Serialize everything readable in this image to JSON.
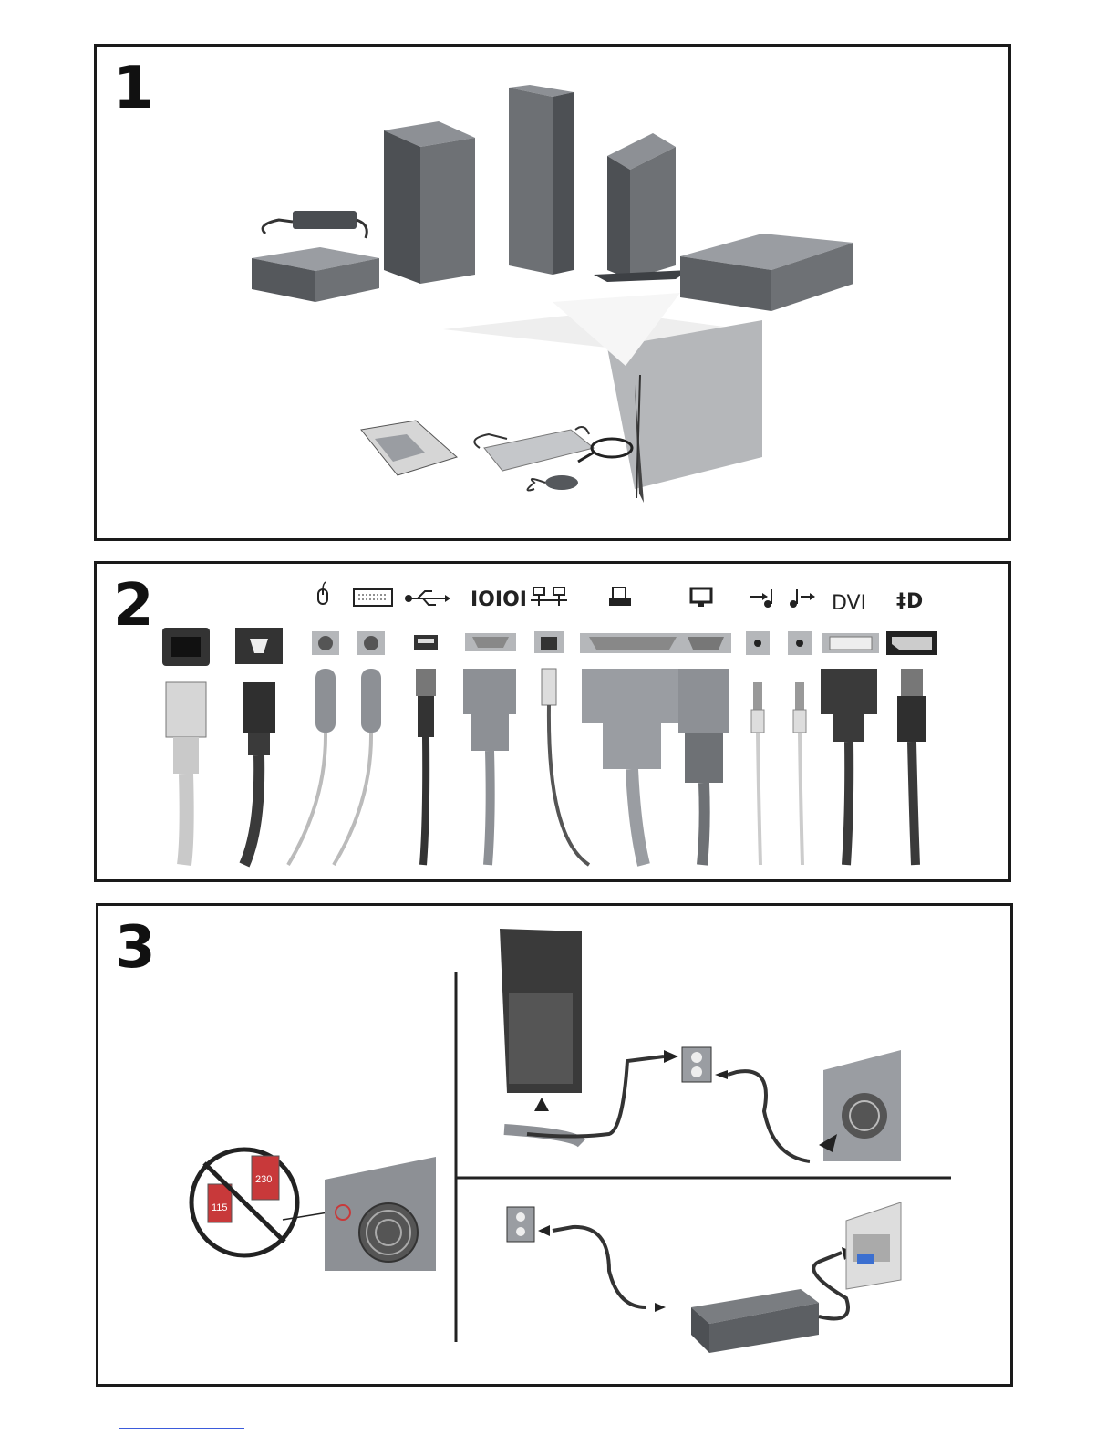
{
  "panels": [
    {
      "step": "1"
    },
    {
      "step": "2"
    },
    {
      "step": "3"
    }
  ],
  "connectors": {
    "dvi_label": "DVI",
    "voltage_labels": [
      "115",
      "230"
    ]
  },
  "icons": [
    "mouse-icon",
    "keyboard-icon",
    "usb-icon",
    "serial-icon",
    "network-icon",
    "printer-icon",
    "monitor-icon",
    "audio-in-icon",
    "audio-out-icon",
    "displayport-icon"
  ],
  "colors": {
    "frame": "#1a1a1a",
    "chassis": "#6b6e72",
    "red_switch": "#c8393a",
    "footer_link": "#3b5bdb"
  }
}
